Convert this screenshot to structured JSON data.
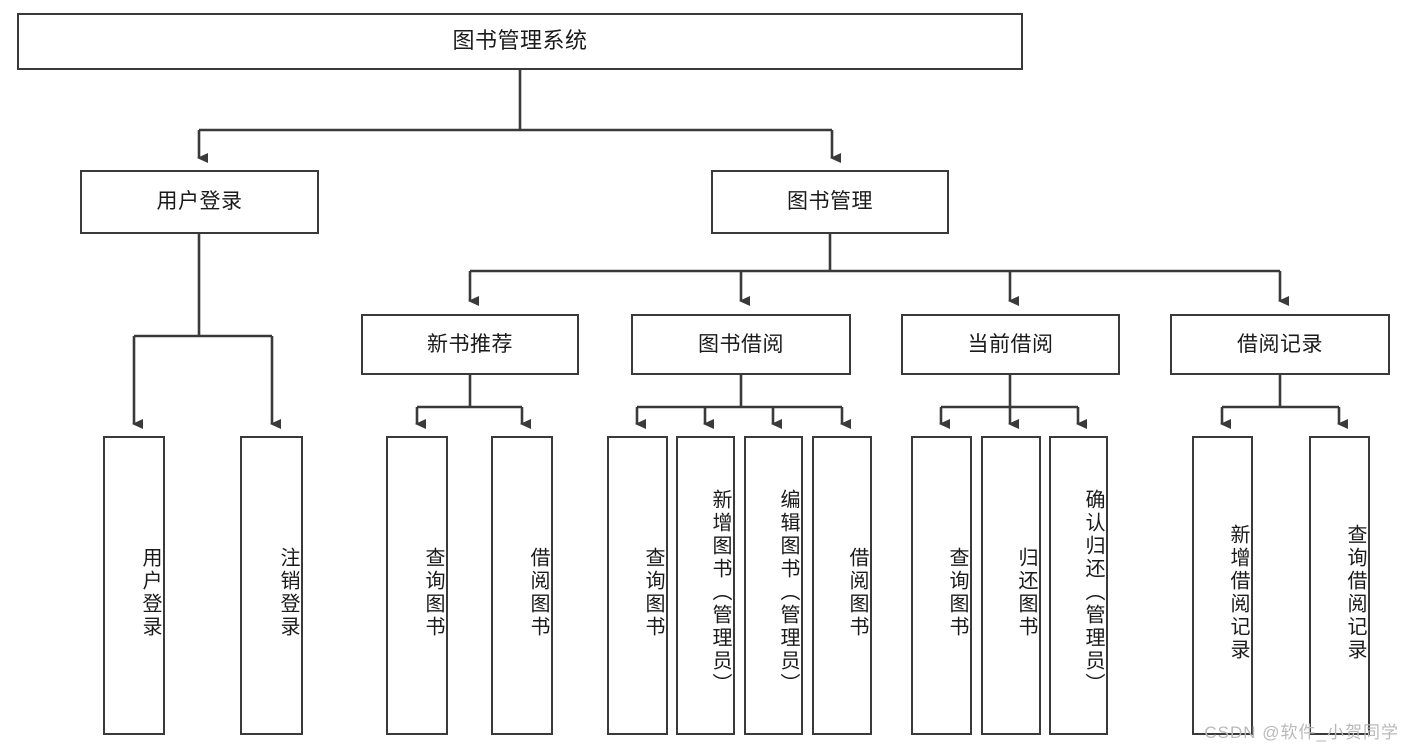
{
  "diagram": {
    "title": "图书管理系统",
    "root": {
      "label": "图书管理系统"
    },
    "level2": [
      {
        "label": "用户登录"
      },
      {
        "label": "图书管理"
      }
    ],
    "level3": [
      {
        "label": "新书推荐"
      },
      {
        "label": "图书借阅"
      },
      {
        "label": "当前借阅"
      },
      {
        "label": "借阅记录"
      }
    ],
    "leaves": {
      "user_login": [
        {
          "label": "用户登录"
        },
        {
          "label": "注销登录"
        }
      ],
      "new_book_recommend": [
        {
          "label": "查询图书"
        },
        {
          "label": "借阅图书"
        }
      ],
      "book_borrow": [
        {
          "label": "查询图书"
        },
        {
          "label": "新增图书（管理员）"
        },
        {
          "label": "编辑图书（管理员）"
        },
        {
          "label": "借阅图书"
        }
      ],
      "current_borrow": [
        {
          "label": "查询图书"
        },
        {
          "label": "归还图书"
        },
        {
          "label": "确认归还（管理员）"
        }
      ],
      "borrow_record": [
        {
          "label": "新增借阅记录"
        },
        {
          "label": "查询借阅记录"
        }
      ]
    },
    "watermark": "CSDN @软件_小贺同学",
    "colors": {
      "stroke": "#3a3a3a",
      "fill": "#ffffff",
      "text": "#1a1a1a",
      "watermark": "#b9b9b9"
    }
  }
}
